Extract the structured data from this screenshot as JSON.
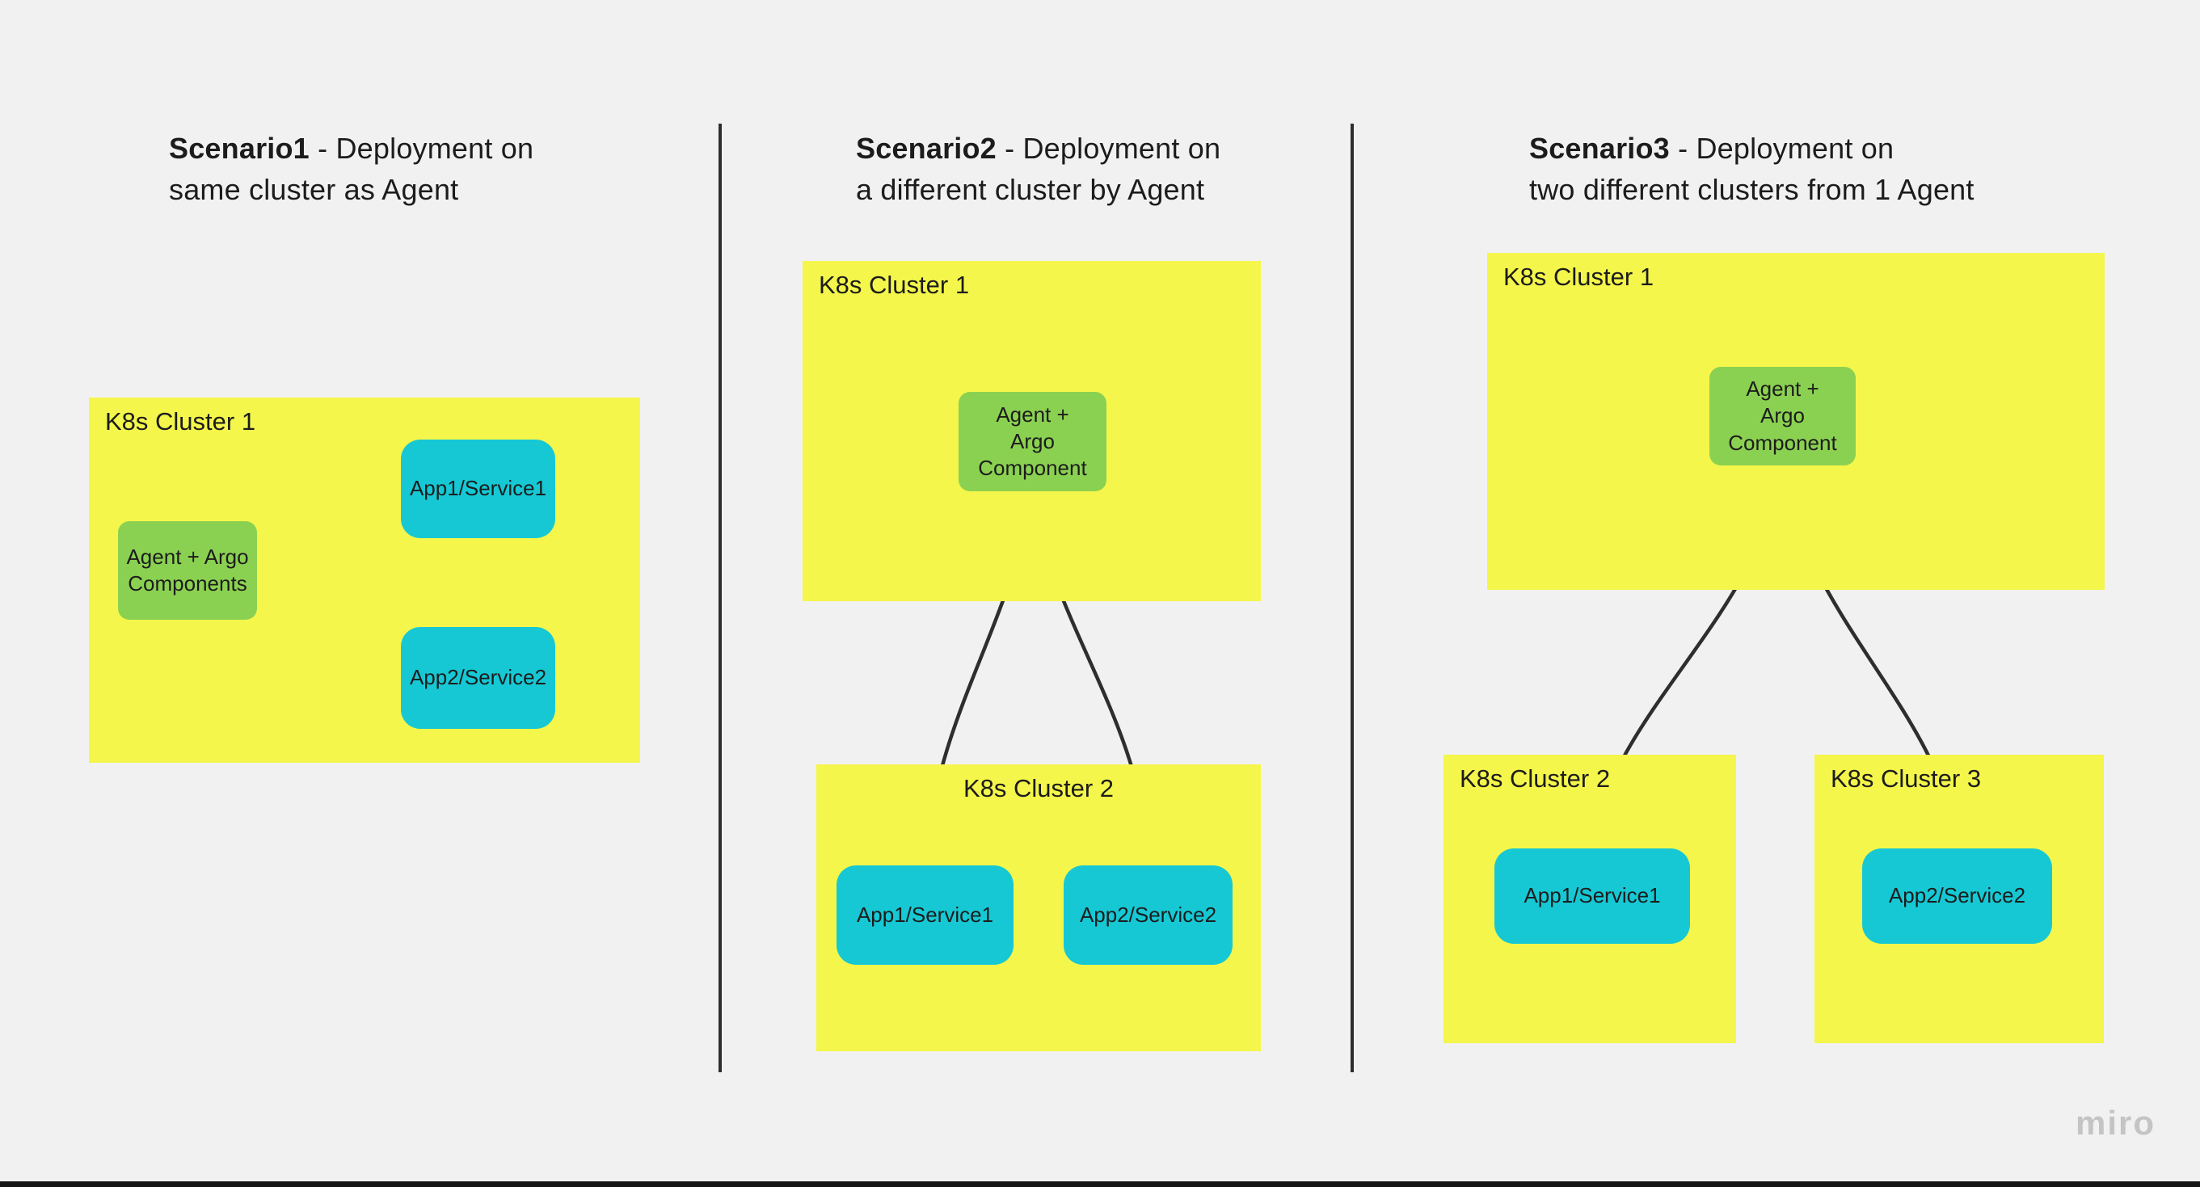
{
  "board": {
    "watermark": "miro"
  },
  "colors": {
    "background": "#f2f1f1",
    "cluster_fill": "#f4f64b",
    "agent_fill": "#8bd151",
    "app_fill": "#16c8d4",
    "connector": "#2e2e2e",
    "text": "#1c1c1c",
    "watermark": "#c4c4c4",
    "edge": "#161616"
  },
  "scenarios": [
    {
      "name": "Scenario 1",
      "title": {
        "bold": "Scenario1",
        "line1_rest": " - Deployment on",
        "line2": "same cluster as Agent"
      },
      "clusters": [
        {
          "label": "K8s Cluster 1"
        }
      ],
      "nodes": {
        "agent": "Agent + Argo\nComponents",
        "app1": "App1/Service1",
        "app2": "App2/Service2"
      }
    },
    {
      "name": "Scenario 2",
      "title": {
        "bold": "Scenario2",
        "line1_rest": " - Deployment on",
        "line2": "a different cluster by Agent"
      },
      "clusters": [
        {
          "label": "K8s Cluster 1"
        },
        {
          "label": "K8s Cluster 2"
        }
      ],
      "nodes": {
        "agent": "Agent +\nArgo\nComponent",
        "app1": "App1/Service1",
        "app2": "App2/Service2"
      }
    },
    {
      "name": "Scenario 3",
      "title": {
        "bold": "Scenario3",
        "line1_rest": " - Deployment on",
        "line2": "two different clusters from 1 Agent"
      },
      "clusters": [
        {
          "label": "K8s Cluster 1"
        },
        {
          "label": "K8s Cluster 2"
        },
        {
          "label": "K8s Cluster 3"
        }
      ],
      "nodes": {
        "agent": "Agent +\nArgo\nComponent",
        "app1": "App1/Service1",
        "app2": "App2/Service2"
      }
    }
  ]
}
